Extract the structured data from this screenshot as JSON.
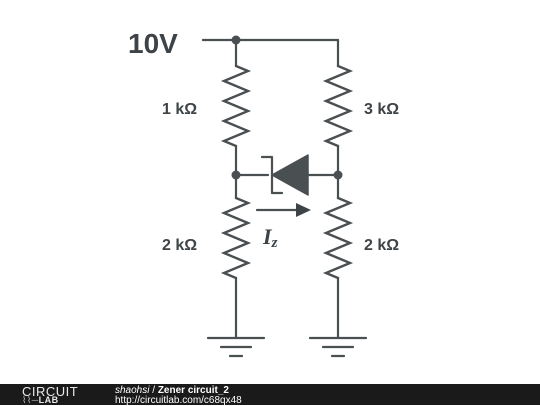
{
  "circuit": {
    "supply_label": "10V",
    "r_top_left": "1 kΩ",
    "r_top_right": "3 kΩ",
    "r_bottom_left": "2 kΩ",
    "r_bottom_right": "2 kΩ",
    "current_label": "I",
    "current_subscript": "z"
  },
  "footer": {
    "logo_top": "CIRCUIT",
    "logo_bottom": "LAB",
    "author": "shaohsi",
    "separator": " / ",
    "title": "Zener circuit_2",
    "url": "http://circuitlab.com/c68qx48"
  }
}
